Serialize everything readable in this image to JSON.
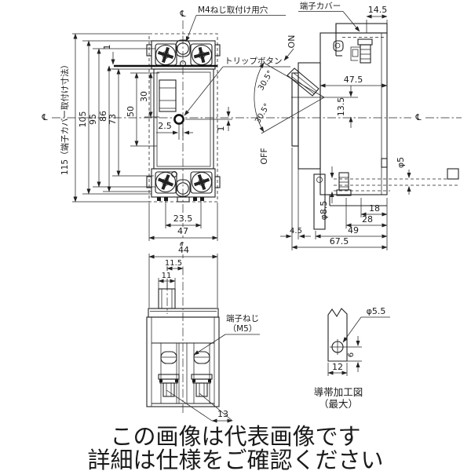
{
  "symbols": {
    "centerline": "℄"
  },
  "front_view": {
    "callouts": {
      "m4_hole": "M4ねじ取付け用穴",
      "trip_button": "トリップボタン"
    },
    "dims": {
      "overall_height": "115（端子カバー取付け寸法）",
      "height_105": "105",
      "height_95": "95",
      "height_86": "86",
      "height_73": "73",
      "height_50": "50",
      "height_30": "30",
      "gap_top": "1",
      "trip_offset_x": "2.5",
      "trip_offset_y": "1",
      "hole_pitch": "23.5",
      "overall_width": "47"
    }
  },
  "side_view": {
    "callouts": {
      "terminal_cover": "端子カバー",
      "on_label": "ON",
      "off_label": "OFF"
    },
    "dims": {
      "cover_depth": "14.5",
      "body_depth": "47.5",
      "handle_center": "13.5",
      "angle_on": "30.5°",
      "angle_off": "30.5°",
      "hole_phi5": "φ5",
      "hole_phi8_5": "φ8.5",
      "depth_18": "18",
      "depth_28": "28",
      "depth_49": "49",
      "depth_4_5": "4.5",
      "overall_depth": "67.5"
    }
  },
  "bottom_view": {
    "callouts": {
      "terminal_screw_line1": "端子ねじ",
      "terminal_screw_line2": "（M5）"
    },
    "dims": {
      "overall_width": "44",
      "handle_offset": "11.5",
      "handle_width": "11",
      "terminal_width": "13"
    }
  },
  "detail_view": {
    "title": "導帯加工図",
    "subtitle": "（最大）",
    "dims": {
      "hole_dia": "φ5.5",
      "bar_width": "12",
      "hole_edge": "6"
    }
  },
  "footer": {
    "line1": "この画像は代表画像です",
    "line2": "詳細は仕様をご確認ください"
  }
}
